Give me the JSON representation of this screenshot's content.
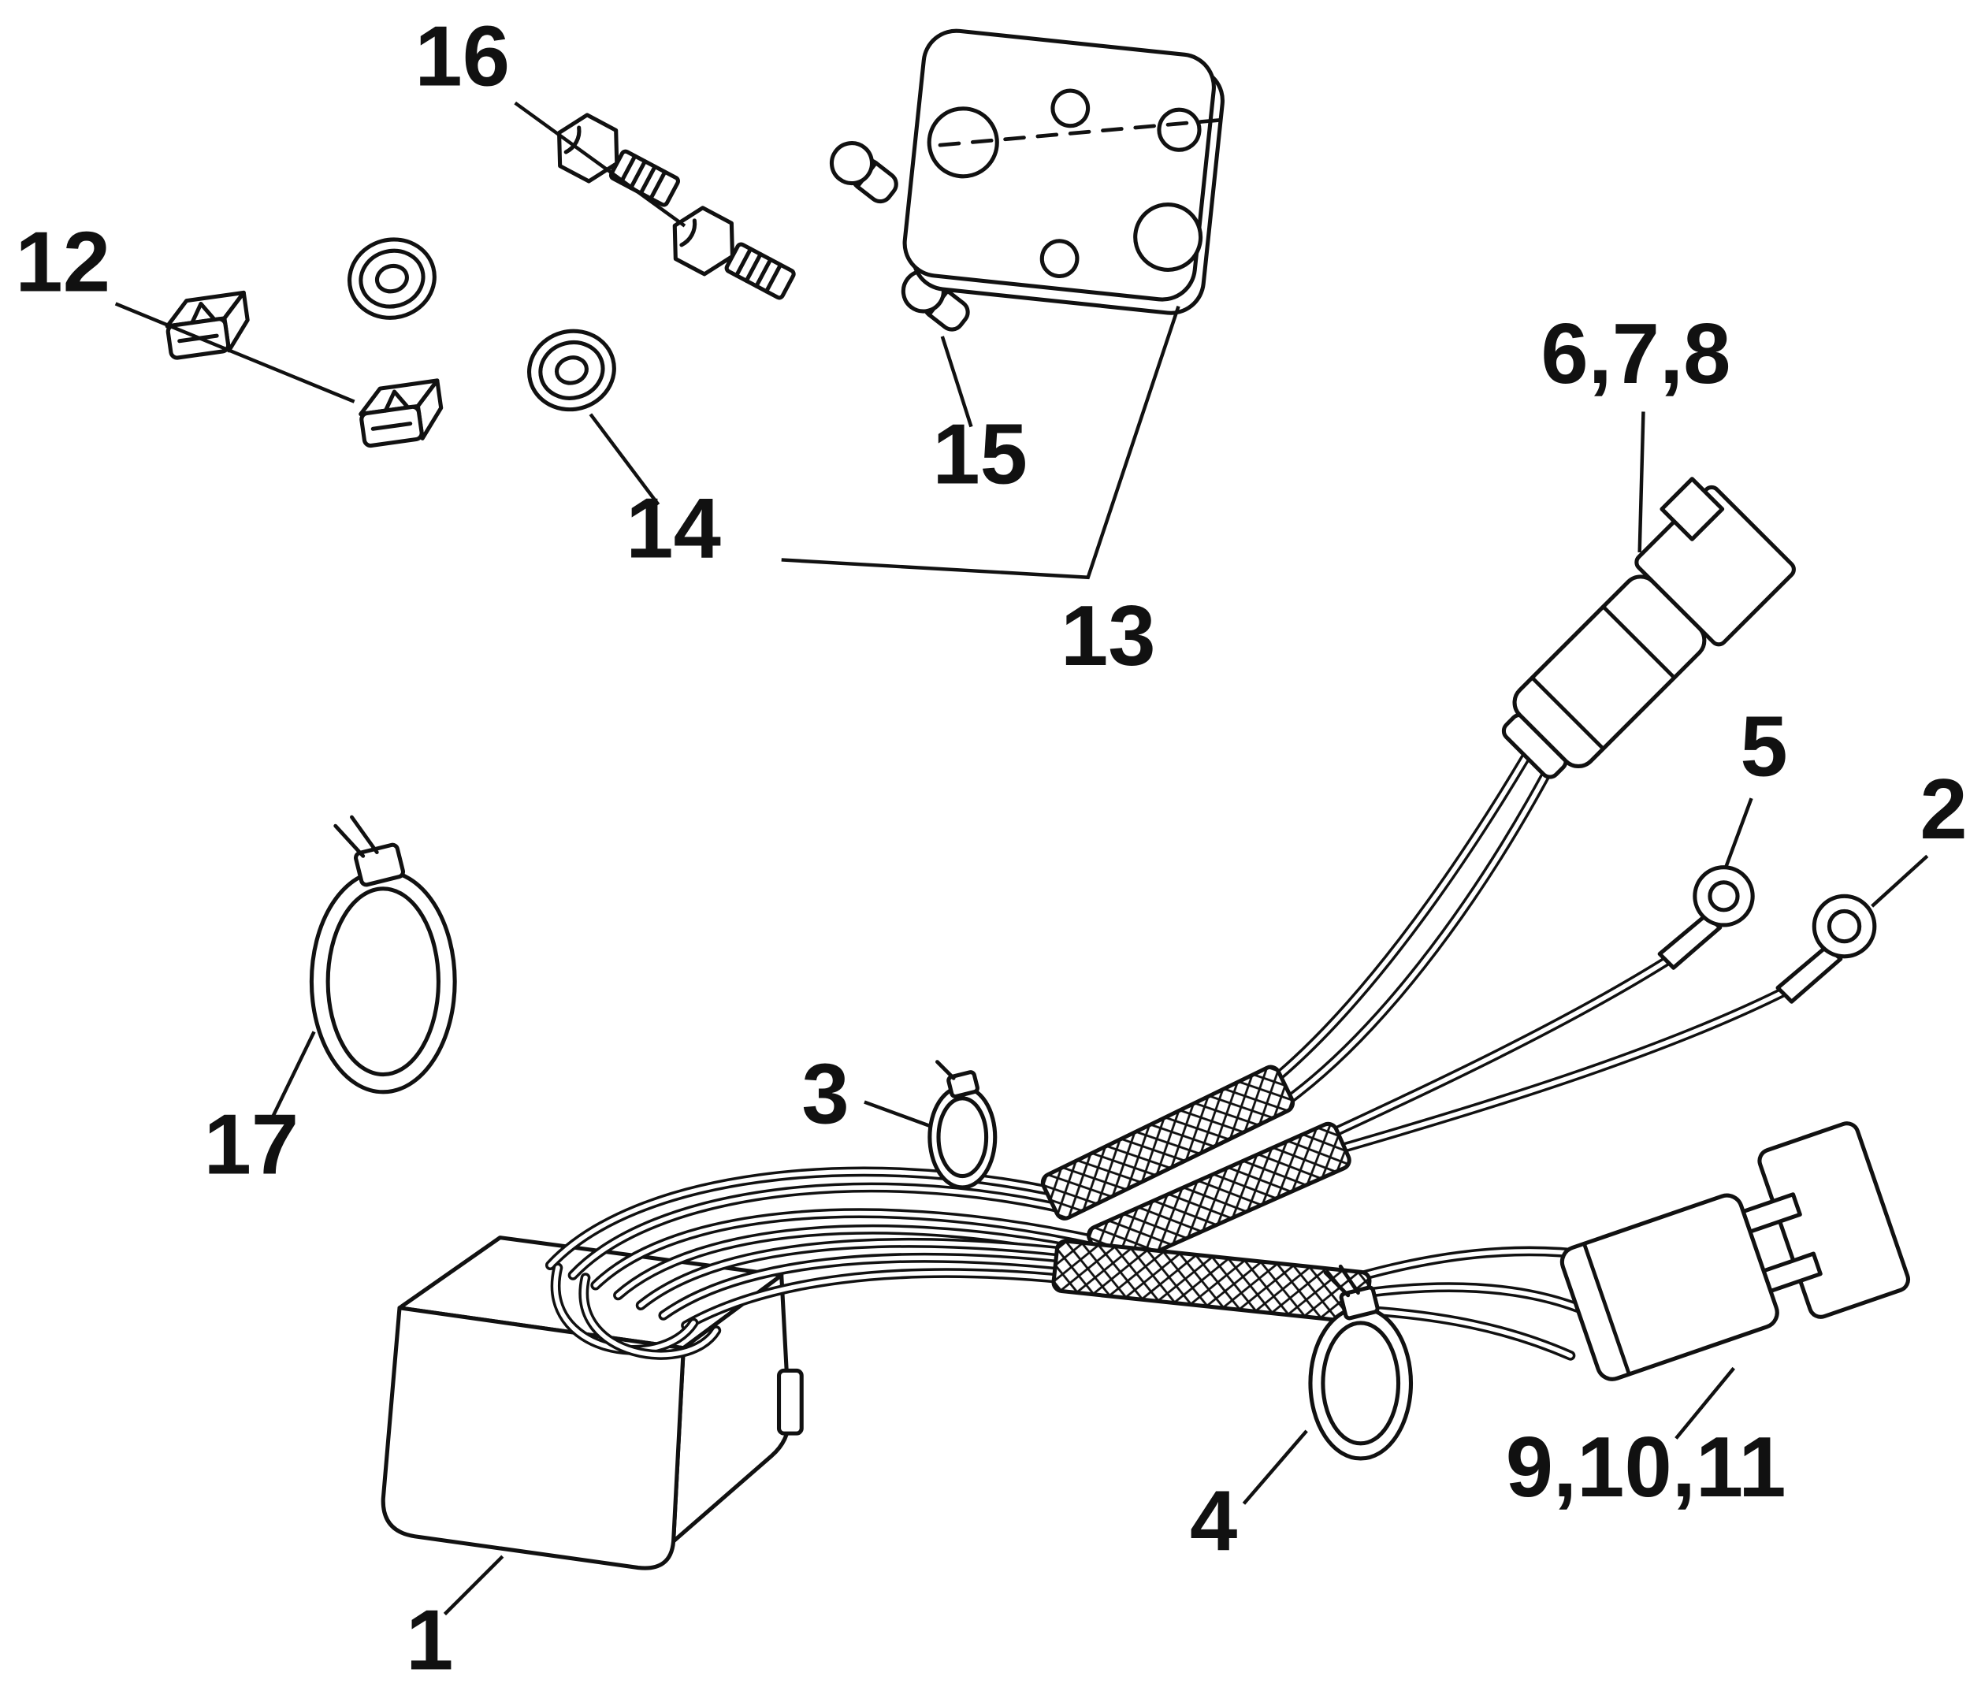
{
  "page": {
    "type": "exploded-parts-diagram",
    "background": "#ffffff",
    "ink_color": "#111111"
  },
  "callouts": [
    {
      "label": "1",
      "part": "control-module"
    },
    {
      "label": "2",
      "part": "ring-terminal-small"
    },
    {
      "label": "3",
      "part": "cable-tie-small"
    },
    {
      "label": "4",
      "part": "cable-tie-medium"
    },
    {
      "label": "5",
      "part": "ring-terminal-large"
    },
    {
      "label": "6,7,8",
      "part": "two-pin-connector"
    },
    {
      "label": "9,10,11",
      "part": "multi-pin-connector"
    },
    {
      "label": "12",
      "part": "retainer-clips"
    },
    {
      "label": "13",
      "part": "mounting-bracket"
    },
    {
      "label": "14",
      "part": "grommets"
    },
    {
      "label": "15",
      "part": "snap-pins"
    },
    {
      "label": "16",
      "part": "hex-bolts"
    },
    {
      "label": "17",
      "part": "cable-tie-large"
    }
  ]
}
